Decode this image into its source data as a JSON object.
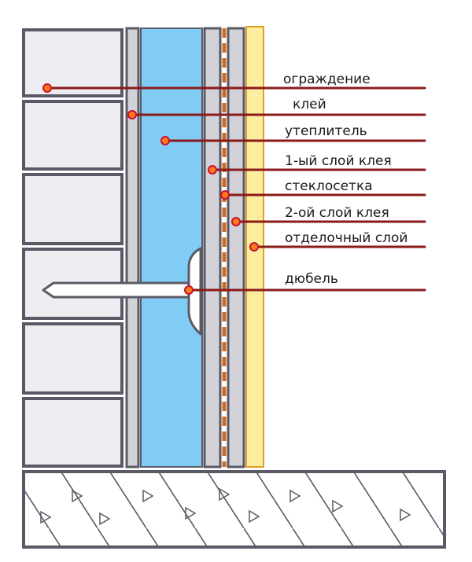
{
  "labels": [
    "ограждение",
    "клей",
    "утеплитель",
    "1-ый слой клея",
    "стеклосетка",
    "2-ой слой  клея",
    "отделочный слой",
    "дюбель"
  ],
  "colors": {
    "outline": "#5a5a66",
    "brick_fill": "#eeeef2",
    "glue_fill": "#d2d2d8",
    "insulation_fill": "#80ccf5",
    "finish_fill": "#fbeea0",
    "finish_stroke": "#e0a02a",
    "mesh_color": "#d2691e",
    "leader_line": "#8b1a1a",
    "marker_fill": "#ff7a1a",
    "marker_stroke": "#c8102e"
  }
}
